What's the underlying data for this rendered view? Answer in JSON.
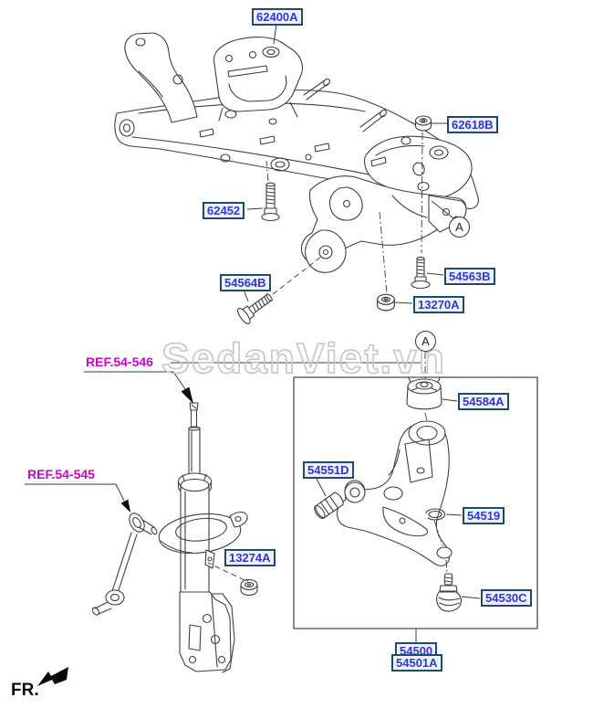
{
  "watermark": "SedanViet.vn",
  "front_marker": "FR.",
  "callout_letter": "A",
  "part_labels": {
    "crossmember": "62400A",
    "mount_nut": "62618B",
    "front_bolt": "62452",
    "side_bolt": "54564B",
    "rear_bolt": "54563B",
    "rear_nut": "13270A",
    "arm_rear_bushing": "54584A",
    "arm_front_bushing": "54551D",
    "snap_ring": "54519",
    "strut_nut": "13274A",
    "ball_joint": "54530C",
    "lower_arm_assy": "54500",
    "lower_arm_assy_alt": "54501A"
  },
  "reference_labels": {
    "strut_assembly": "REF.54-546",
    "stabilizer_link": "REF.54-545"
  }
}
